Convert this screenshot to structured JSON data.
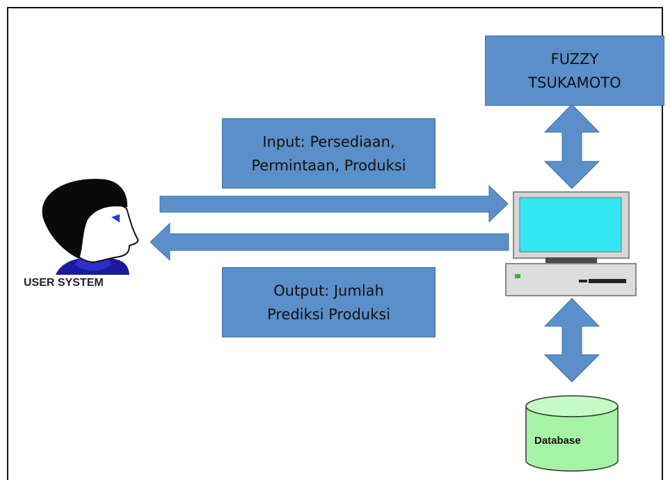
{
  "boxes": {
    "fuzzy": "FUZZY\nTSUKAMOTO",
    "input": "Input: Persediaan,\nPermintaan, Produksi",
    "output": "Output: Jumlah\nPrediksi Produksi"
  },
  "labels": {
    "user": "USER SYSTEM",
    "database": "Database"
  },
  "colors": {
    "box_fill": "#5b8fc9",
    "arrow_fill": "#5b8fc9",
    "monitor_screen": "#33e6f2",
    "database_fill": "#a6f5a6"
  },
  "icons": {
    "user": "user-head-icon",
    "computer": "desktop-computer-icon",
    "database": "database-cylinder-icon"
  }
}
